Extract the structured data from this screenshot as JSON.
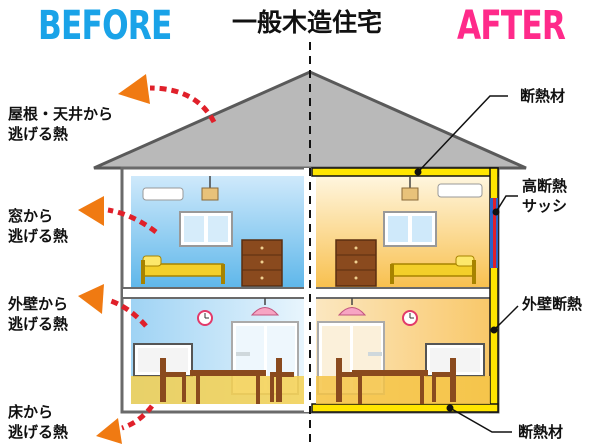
{
  "header": {
    "before": "BEFORE",
    "center": "一般木造住宅",
    "after": "AFTER"
  },
  "left_labels": {
    "roof_ceiling": [
      "屋根・天井から",
      "逃げる熱"
    ],
    "window": [
      "窓から",
      "逃げる熱"
    ],
    "outer_wall": [
      "外壁から",
      "逃げる熱"
    ],
    "floor": [
      "床から",
      "逃げる熱"
    ]
  },
  "right_labels": {
    "insulation_top": "断熱材",
    "high_sash": [
      "高断熱",
      "サッシ"
    ],
    "wall_insulation": "外壁断熱",
    "insulation_bottom": "断熱材"
  },
  "colors": {
    "before_accent": "#1aa3e8",
    "after_accent": "#ff2a8a",
    "roof": "#b9b9b9",
    "insulation": "#ffe500",
    "heat_arrow": "#f07a12",
    "sash": "#e0202a"
  }
}
